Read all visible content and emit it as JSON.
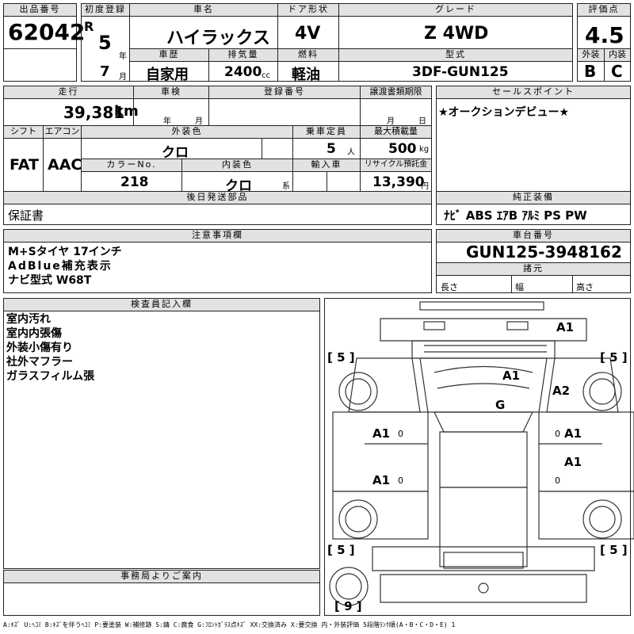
{
  "header": {
    "lot_label": "出品番号",
    "lot_number": "62042",
    "first_reg_label": "初度登録",
    "era": "R",
    "year": "5",
    "year_unit": "年",
    "month": "7",
    "month_unit": "月",
    "car_name_label": "車名",
    "car_name": "ハイラックス",
    "door_label": "ドア形状",
    "door": "4V",
    "grade_label": "グレード",
    "grade": "Z 4WD",
    "score_label": "評価点",
    "score": "4.5",
    "history_label": "車歴",
    "history": "自家用",
    "displacement_label": "排気量",
    "displacement": "2400",
    "displacement_unit": "cc",
    "fuel_label": "燃料",
    "fuel": "軽油",
    "model_label": "型式",
    "model": "3DF-GUN125",
    "exterior_label": "外装",
    "exterior": "B",
    "interior_label": "内装",
    "interior": "C"
  },
  "mid": {
    "mileage_label": "走行",
    "mileage": "39,381",
    "mileage_unit": "km",
    "inspection_label": "車検",
    "insp_year_unit": "年",
    "insp_month_unit": "月",
    "reg_no_label": "登録番号",
    "transfer_label": "譲渡書類期限",
    "transfer_month": "月",
    "transfer_day": "日",
    "sales_label": "セールスポイント",
    "sales_point": "★オークションデビュー★",
    "shift_label": "シフト",
    "shift": "FAT",
    "ac_label": "エアコン",
    "ac": "AAC",
    "ext_color_label": "外装色",
    "ext_color": "クロ",
    "capacity_label": "乗車定員",
    "capacity": "5",
    "capacity_unit": "人",
    "load_label": "最大積載量",
    "load": "500",
    "load_unit": "kg",
    "color_no_label": "カラーNo.",
    "color_no": "218",
    "int_color_label": "内装色",
    "int_color": "クロ",
    "int_color_unit": "系",
    "import_label": "輸入車",
    "recycle_label": "リサイクル預託金",
    "recycle": "13,390",
    "recycle_unit": "円",
    "later_label": "後日発送部品",
    "later": "保証書",
    "genuine_label": "純正装備",
    "genuine": "ﾅﾋﾞ ABS ｴｱB ｱﾙﾐ PS PW"
  },
  "notes": {
    "caution_label": "注意事項欄",
    "caution_lines": [
      "M+Sタイヤ 17インチ",
      "AdBlue補充表示",
      "ナビ型式 W68T"
    ],
    "chassis_label": "車台番号",
    "chassis": "GUN125-3948162",
    "spec_label": "諸元",
    "length": "長さ",
    "width": "幅",
    "height": "高さ",
    "inspector_label": "検査員記入欄",
    "inspector_lines": [
      "室内汚れ",
      "室内内張傷",
      "外装小傷有り",
      "社外マフラー",
      "ガラスフィルム張"
    ],
    "office_label": "事務局よりご案内"
  },
  "diagram": {
    "marks": [
      "A1",
      "A1",
      "G",
      "A2",
      "A1",
      "A1",
      "A1",
      "A1"
    ],
    "tire": [
      "[ 5 ]",
      "[ 5 ]",
      "[ 5 ]",
      "[ 5 ]",
      "[ 9 ]"
    ],
    "tread": [
      "0",
      "0",
      "0",
      "0"
    ]
  },
  "legend": "A:ｷｽﾞ U:ﾍｺﾐ B:ｷｽﾞを伴うﾍｺﾐ P:要塗装 W:補修跡 S:錆 C:腐食 G:ﾌﾛﾝﾄｶﾞﾗｽ点ｷｽﾞ XX:交換済み X:要交換 内・外装評価 5段階ﾗﾝｸ順(A・B・C・D・E) 1"
}
